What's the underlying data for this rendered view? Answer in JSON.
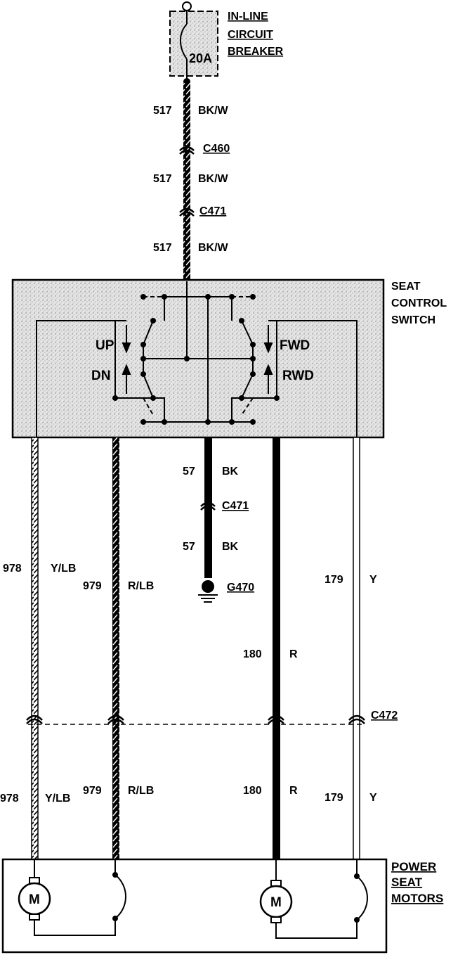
{
  "breaker": {
    "title_lines": [
      "IN-LINE",
      "CIRCUIT",
      "BREAKER"
    ],
    "rating": "20A"
  },
  "feed": {
    "circuit": "517",
    "color": "BK/W",
    "connectors": [
      "C460",
      "C471"
    ]
  },
  "switch": {
    "title_lines": [
      "SEAT",
      "CONTROL",
      "SWITCH"
    ],
    "labels": {
      "up": "UP",
      "dn": "DN",
      "fwd": "FWD",
      "rwd": "RWD"
    }
  },
  "ground": {
    "circuit": "57",
    "color": "BK",
    "connector": "C471",
    "ground_id": "G470"
  },
  "wires": [
    {
      "circuit": "978",
      "color": "Y/LB",
      "circuit_lower": "978",
      "color_lower": "Y/LB"
    },
    {
      "circuit": "979",
      "color": "R/LB",
      "circuit_lower": "979",
      "color_lower": "R/LB"
    },
    {
      "circuit": "180",
      "color": "R",
      "circuit_lower": "180",
      "color_lower": "R"
    },
    {
      "circuit": "179",
      "color": "Y",
      "circuit_lower": "179",
      "color_lower": "Y"
    }
  ],
  "bottom_connector": "C472",
  "motors": {
    "title_lines": [
      "POWER",
      "SEAT",
      "MOTORS"
    ],
    "motor_label": "M"
  }
}
